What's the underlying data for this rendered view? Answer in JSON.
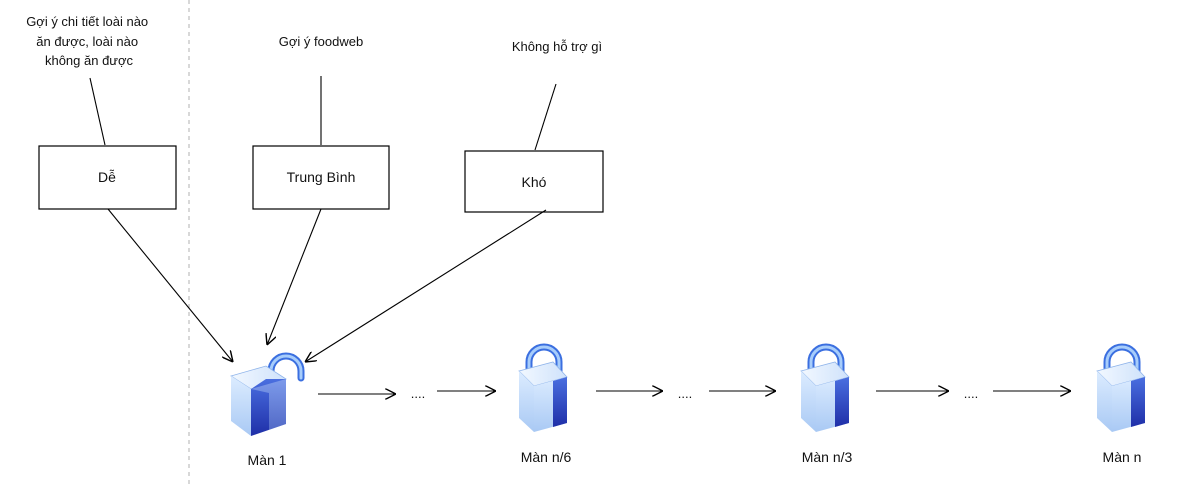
{
  "difficulty": {
    "easy": {
      "label": "Dễ",
      "note": [
        "Gợi ý chi tiết loài nào",
        "ăn được, loài nào",
        "không ăn được"
      ]
    },
    "medium": {
      "label": "Trung Bình",
      "note": [
        "Gợi ý foodweb"
      ]
    },
    "hard": {
      "label": "Khó",
      "note": [
        "Không hỗ trợ gì"
      ]
    }
  },
  "levels": [
    {
      "label": "Màn 1",
      "state": "unlocked"
    },
    {
      "label": "Màn n/6",
      "state": "locked"
    },
    {
      "label": "Màn n/3",
      "state": "locked"
    },
    {
      "label": "Màn n",
      "state": "locked"
    }
  ],
  "ellipsis": "....",
  "colors": {
    "lock_front_top": "#dcecff",
    "lock_front_bottom": "#a9c9f4",
    "lock_side_top": "#4a6fe0",
    "lock_side_bottom": "#1f2fa8",
    "shackle_light": "#a7cdfb",
    "shackle_dark": "#3b6fe0"
  }
}
